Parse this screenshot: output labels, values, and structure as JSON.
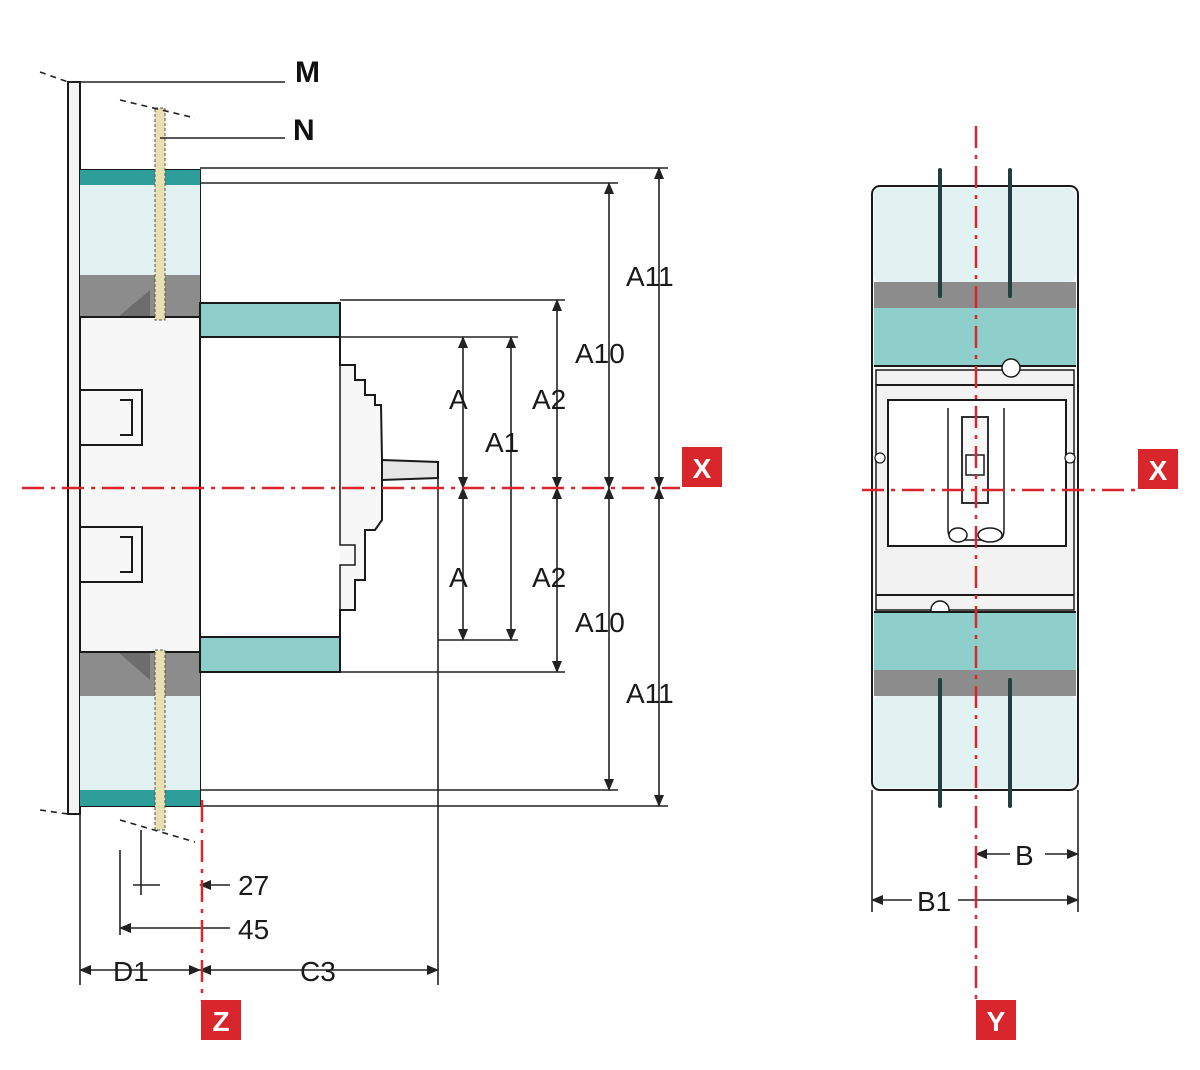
{
  "labels": {
    "M": "M",
    "N": "N",
    "A11_top": "A11",
    "A10_top": "A10",
    "A2_top": "A2",
    "A1": "A1",
    "A_top": "A",
    "A_bottom": "A",
    "A2_bottom": "A2",
    "A10_bottom": "A10",
    "A11_bottom": "A11",
    "d27": "27",
    "d45": "45",
    "D1": "D1",
    "C3": "C3",
    "B": "B",
    "B1": "B1"
  },
  "axis_tags": {
    "x_left": "X",
    "x_right": "X",
    "z": "Z",
    "y": "Y"
  },
  "colors": {
    "axis_red": "#d9262c",
    "teal": "#8fcfcb",
    "teal_dark": "#2e9e9a",
    "pale_blue": "#e2f1f1",
    "grey": "#8c8c8c",
    "light_grey": "#f2f2f2"
  }
}
